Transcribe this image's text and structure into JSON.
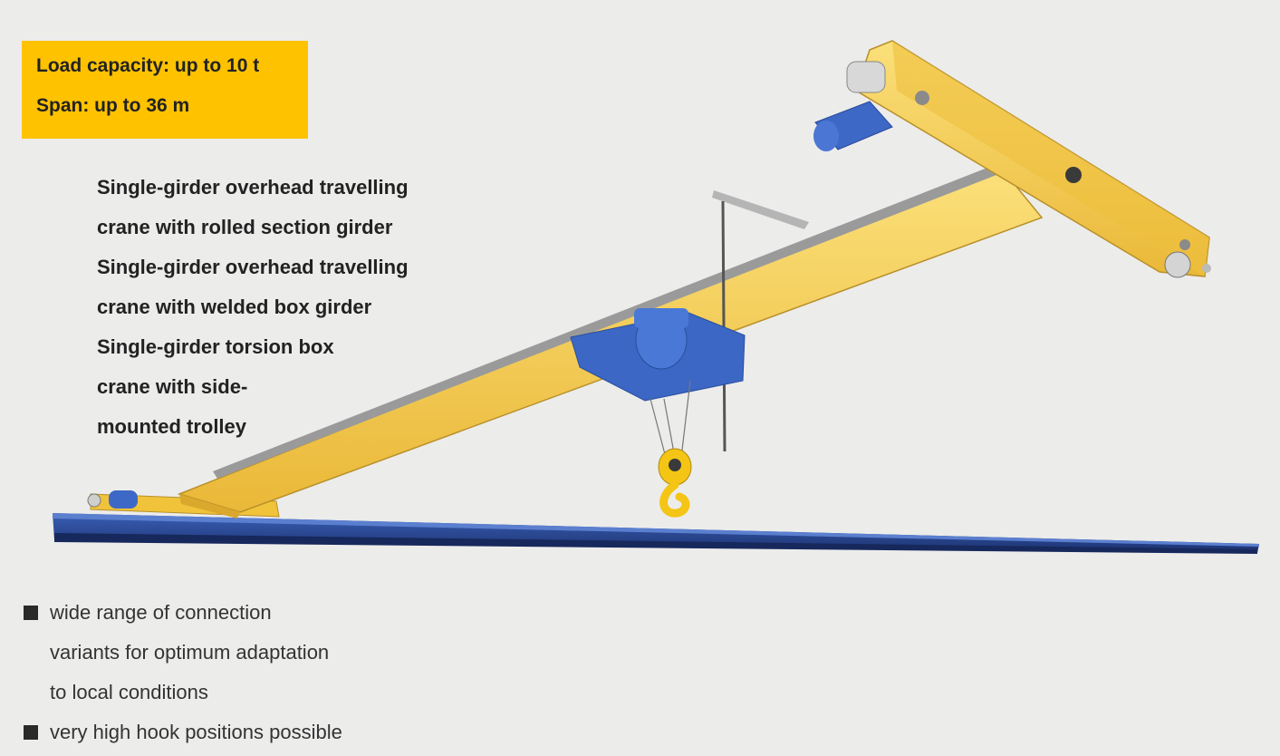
{
  "specs": {
    "load_capacity": "Load capacity: up to 10 t",
    "span": "Span: up to 36 m"
  },
  "crane_types": [
    "Single-girder overhead travelling",
    "crane with rolled section girder",
    "Single-girder overhead travelling",
    "crane with welded box girder",
    "Single-girder torsion box",
    "crane with side-",
    "mounted trolley"
  ],
  "features": [
    {
      "lines": [
        "wide range of connection",
        "variants for optimum adaptation",
        "to local conditions"
      ]
    },
    {
      "lines": [
        "very high hook positions possible"
      ]
    }
  ],
  "colors": {
    "highlight": "#ffc200",
    "crane_yellow": "#f3c53a",
    "hoist_blue": "#3c67c4",
    "rail_blue": "#233f86",
    "background": "#ececeb"
  },
  "illustration": {
    "icon": "single-girder-overhead-crane-illustration"
  }
}
